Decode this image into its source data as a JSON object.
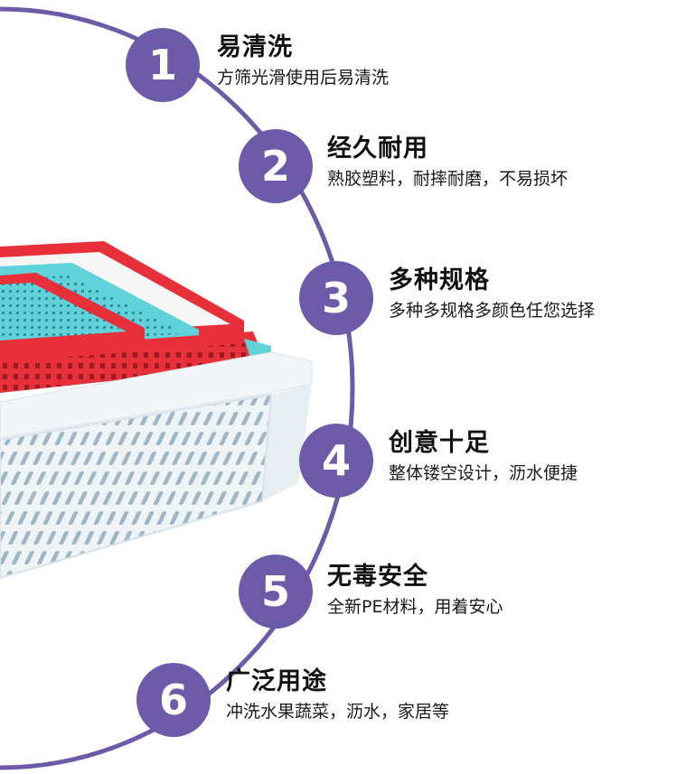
{
  "theme": {
    "accent": "#6D5BA9",
    "arc": "#6D5BA9"
  },
  "features": [
    {
      "number": "1",
      "title": "易清洗",
      "desc": "方筛光滑使用后易清洗"
    },
    {
      "number": "2",
      "title": "经久耐用",
      "desc": "熟胶塑料，耐摔耐磨，不易损坏"
    },
    {
      "number": "3",
      "title": "多种规格",
      "desc": "多种多规格多颜色任您选择"
    },
    {
      "number": "4",
      "title": "创意十足",
      "desc": "整体镂空设计，沥水便捷"
    },
    {
      "number": "5",
      "title": "无毒安全",
      "desc": "全新PE材料，用着安心"
    },
    {
      "number": "6",
      "title": "广泛用途",
      "desc": "冲洗水果蔬菜，沥水，家居等"
    }
  ],
  "product_image": {
    "subject": "stacked plastic drain baskets",
    "colors": [
      "#E8303A",
      "#5FD3D9",
      "#F4F7FA"
    ]
  }
}
